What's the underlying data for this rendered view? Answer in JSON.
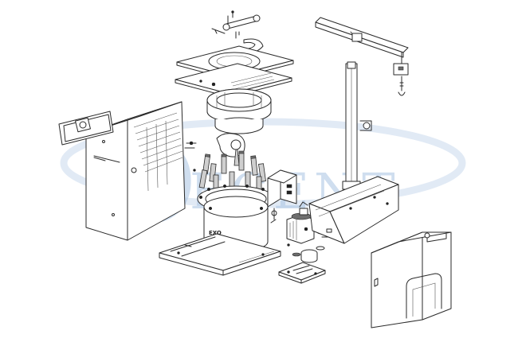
{
  "watermark": {
    "initial": "D",
    "rest": "ECENT",
    "color": "#a9c4e3"
  },
  "part_marks": {
    "base_column_mark": "EXO"
  },
  "colors": {
    "line": "#2a2a2a",
    "part_fill": "#ffffff",
    "shade": "#cfcfcf"
  }
}
